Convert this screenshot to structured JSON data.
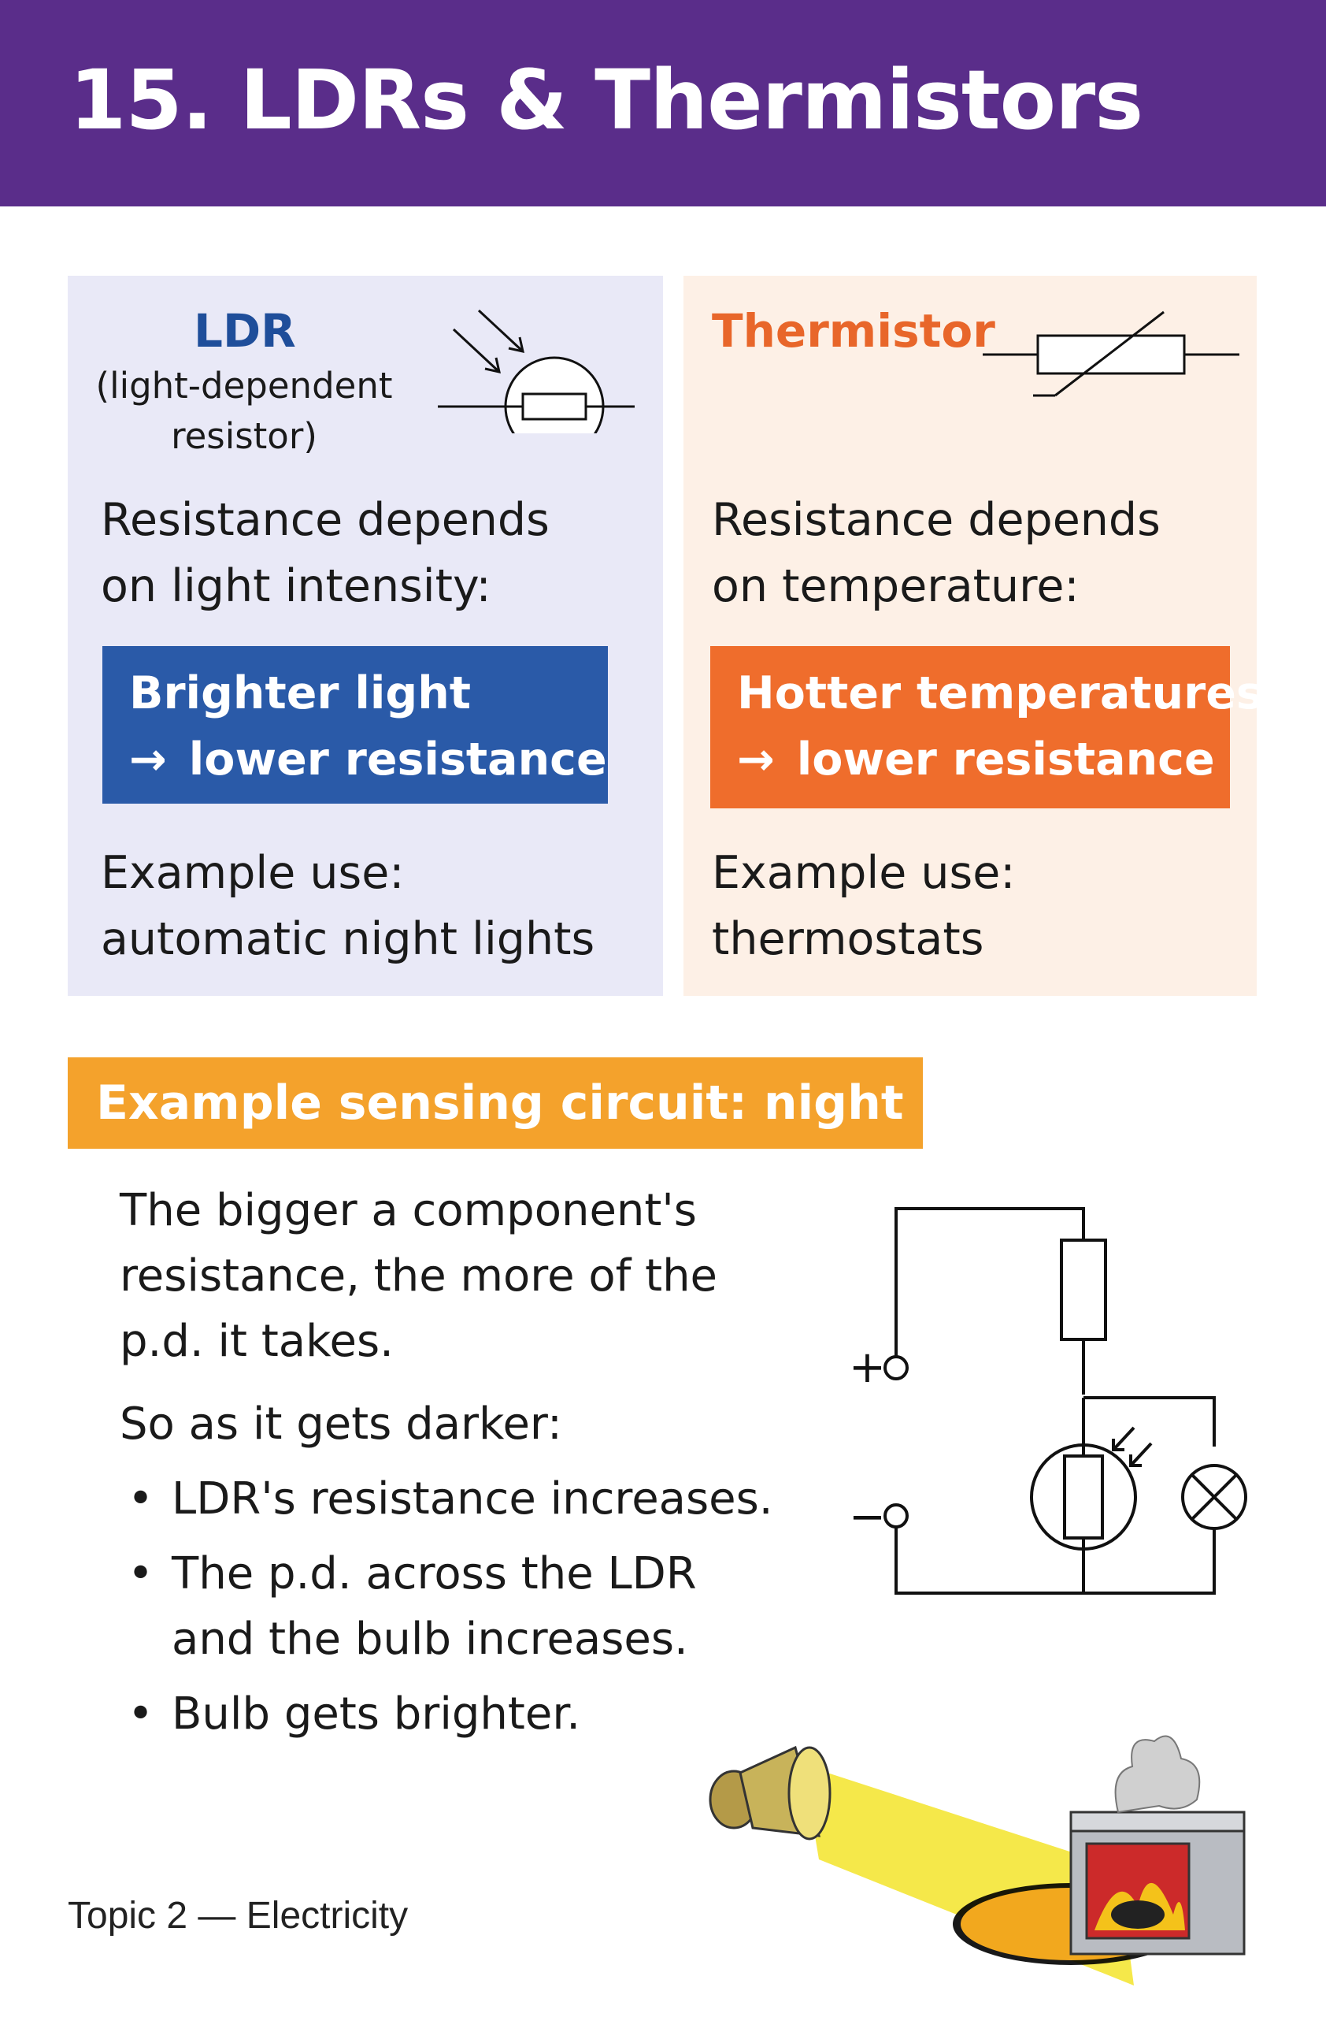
{
  "header": {
    "title": "15. LDRs & Thermistors",
    "bg_color": "#5a2d8a"
  },
  "ldr_card": {
    "title": "LDR",
    "subtitle_line1": "(light-dependent",
    "subtitle_line2": "resistor)",
    "desc_line1": "Resistance depends",
    "desc_line2": "on light intensity:",
    "highlight_line1": "Brighter light",
    "highlight_arrow": "→",
    "highlight_line2": "lower resistance",
    "example_label": "Example use:",
    "example_value": "automatic night lights",
    "title_color": "#1f4e9a",
    "box_color": "#2a5aa8",
    "bg_color": "#e9e9f7",
    "symbol_icon": "ldr-symbol-icon"
  },
  "thermistor_card": {
    "title": "Thermistor",
    "desc_line1": "Resistance depends",
    "desc_line2": "on temperature:",
    "highlight_line1": "Hotter temperatures",
    "highlight_arrow": "→",
    "highlight_line2": "lower resistance",
    "example_label": "Example use:",
    "example_value": "thermostats",
    "title_color": "#e8662a",
    "box_color": "#ef6d2c",
    "bg_color": "#fdf0e6",
    "symbol_icon": "thermistor-symbol-icon"
  },
  "section": {
    "heading": "Example sensing circuit: night light",
    "color": "#f4a22c"
  },
  "explanation": {
    "line1": "The bigger a component's",
    "line2": "resistance, the more of the",
    "line3": "p.d. it takes.",
    "intro": "So as it gets darker:",
    "bullets": [
      "LDR's resistance increases.",
      "The p.d. across the LDR",
      "and the bulb increases.",
      "Bulb gets brighter."
    ]
  },
  "circuit": {
    "plus_label": "+",
    "minus_label": "−",
    "icons": [
      "resistor-icon",
      "ldr-icon",
      "bulb-icon",
      "terminal-icon"
    ]
  },
  "illustration": {
    "icons": [
      "spotlight-icon",
      "oven-fire-icon"
    ]
  },
  "footer": {
    "text": "Topic 2 — Electricity"
  }
}
